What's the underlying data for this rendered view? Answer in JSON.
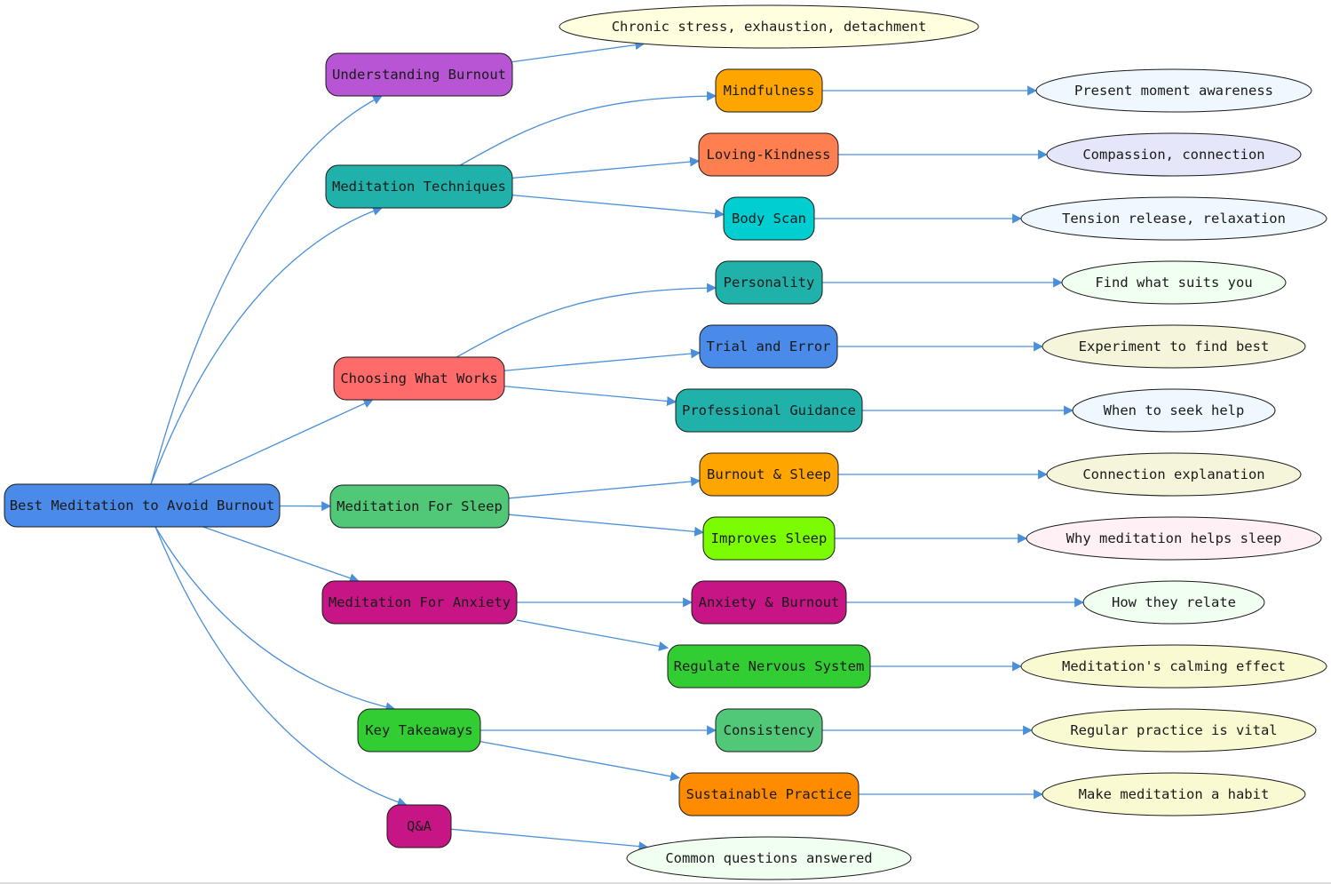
{
  "colors": {
    "edge": "#4a8fd9",
    "stroke": "#1a1a1a"
  },
  "nodes": [
    {
      "id": "root",
      "label": "Best Meditation to Avoid Burnout",
      "shape": "box",
      "fill": "#4a8ae8"
    },
    {
      "id": "understanding",
      "label": "Understanding Burnout",
      "shape": "box",
      "fill": "#b855d4"
    },
    {
      "id": "techniques",
      "label": "Meditation Techniques",
      "shape": "box",
      "fill": "#20b2aa"
    },
    {
      "id": "choosing",
      "label": "Choosing What Works",
      "shape": "box",
      "fill": "#ff6b6b"
    },
    {
      "id": "sleep",
      "label": "Meditation For Sleep",
      "shape": "box",
      "fill": "#50c878"
    },
    {
      "id": "anxiety",
      "label": "Meditation For Anxiety",
      "shape": "box",
      "fill": "#c71585"
    },
    {
      "id": "takeaways",
      "label": "Key Takeaways",
      "shape": "box",
      "fill": "#32cd32"
    },
    {
      "id": "qa",
      "label": "Q&A",
      "shape": "box",
      "fill": "#c71585"
    },
    {
      "id": "mindfulness",
      "label": "Mindfulness",
      "shape": "box",
      "fill": "#ffa500"
    },
    {
      "id": "loving",
      "label": "Loving-Kindness",
      "shape": "box",
      "fill": "#ff7f50"
    },
    {
      "id": "bodyscan",
      "label": "Body Scan",
      "shape": "box",
      "fill": "#00ced1"
    },
    {
      "id": "personality",
      "label": "Personality",
      "shape": "box",
      "fill": "#20b2aa"
    },
    {
      "id": "trial",
      "label": "Trial and Error",
      "shape": "box",
      "fill": "#4a8ae8"
    },
    {
      "id": "professional",
      "label": "Professional Guidance",
      "shape": "box",
      "fill": "#20b2aa"
    },
    {
      "id": "burnsleep",
      "label": "Burnout & Sleep",
      "shape": "box",
      "fill": "#ffa500"
    },
    {
      "id": "improves",
      "label": "Improves Sleep",
      "shape": "box",
      "fill": "#7cfc00"
    },
    {
      "id": "anxburn",
      "label": "Anxiety & Burnout",
      "shape": "box",
      "fill": "#c71585"
    },
    {
      "id": "regulate",
      "label": "Regulate Nervous System",
      "shape": "box",
      "fill": "#32cd32"
    },
    {
      "id": "consistency",
      "label": "Consistency",
      "shape": "box",
      "fill": "#50c878"
    },
    {
      "id": "sustainable",
      "label": "Sustainable Practice",
      "shape": "box",
      "fill": "#ff8c00"
    },
    {
      "id": "e_chronic",
      "label": "Chronic stress, exhaustion, detachment",
      "shape": "ellipse",
      "fill": "#ffffe0"
    },
    {
      "id": "e_present",
      "label": "Present moment awareness",
      "shape": "ellipse",
      "fill": "#f0f8ff"
    },
    {
      "id": "e_compassion",
      "label": "Compassion, connection",
      "shape": "ellipse",
      "fill": "#e6e6fa"
    },
    {
      "id": "e_tension",
      "label": "Tension release, relaxation",
      "shape": "ellipse",
      "fill": "#f0f8ff"
    },
    {
      "id": "e_find",
      "label": "Find what suits you",
      "shape": "ellipse",
      "fill": "#f0fff0"
    },
    {
      "id": "e_experiment",
      "label": "Experiment to find best",
      "shape": "ellipse",
      "fill": "#f5f5dc"
    },
    {
      "id": "e_when",
      "label": "When to seek help",
      "shape": "ellipse",
      "fill": "#f0f8ff"
    },
    {
      "id": "e_connection",
      "label": "Connection explanation",
      "shape": "ellipse",
      "fill": "#f5f5dc"
    },
    {
      "id": "e_why",
      "label": "Why meditation helps sleep",
      "shape": "ellipse",
      "fill": "#fff0f5"
    },
    {
      "id": "e_how",
      "label": "How they relate",
      "shape": "ellipse",
      "fill": "#f0fff0"
    },
    {
      "id": "e_calming",
      "label": "Meditation's calming effect",
      "shape": "ellipse",
      "fill": "#fafad2"
    },
    {
      "id": "e_regular",
      "label": "Regular practice is vital",
      "shape": "ellipse",
      "fill": "#fafad2"
    },
    {
      "id": "e_habit",
      "label": "Make meditation a habit",
      "shape": "ellipse",
      "fill": "#fafad2"
    },
    {
      "id": "e_common",
      "label": "Common questions answered",
      "shape": "ellipse",
      "fill": "#f0fff0"
    }
  ],
  "edges": [
    {
      "from": "root",
      "to": "understanding"
    },
    {
      "from": "root",
      "to": "techniques"
    },
    {
      "from": "root",
      "to": "choosing"
    },
    {
      "from": "root",
      "to": "sleep"
    },
    {
      "from": "root",
      "to": "anxiety"
    },
    {
      "from": "root",
      "to": "takeaways"
    },
    {
      "from": "root",
      "to": "qa"
    },
    {
      "from": "understanding",
      "to": "e_chronic"
    },
    {
      "from": "techniques",
      "to": "mindfulness"
    },
    {
      "from": "techniques",
      "to": "loving"
    },
    {
      "from": "techniques",
      "to": "bodyscan"
    },
    {
      "from": "choosing",
      "to": "personality"
    },
    {
      "from": "choosing",
      "to": "trial"
    },
    {
      "from": "choosing",
      "to": "professional"
    },
    {
      "from": "sleep",
      "to": "burnsleep"
    },
    {
      "from": "sleep",
      "to": "improves"
    },
    {
      "from": "anxiety",
      "to": "anxburn"
    },
    {
      "from": "anxiety",
      "to": "regulate"
    },
    {
      "from": "takeaways",
      "to": "consistency"
    },
    {
      "from": "takeaways",
      "to": "sustainable"
    },
    {
      "from": "qa",
      "to": "e_common"
    },
    {
      "from": "mindfulness",
      "to": "e_present"
    },
    {
      "from": "loving",
      "to": "e_compassion"
    },
    {
      "from": "bodyscan",
      "to": "e_tension"
    },
    {
      "from": "personality",
      "to": "e_find"
    },
    {
      "from": "trial",
      "to": "e_experiment"
    },
    {
      "from": "professional",
      "to": "e_when"
    },
    {
      "from": "burnsleep",
      "to": "e_connection"
    },
    {
      "from": "improves",
      "to": "e_why"
    },
    {
      "from": "anxburn",
      "to": "e_how"
    },
    {
      "from": "regulate",
      "to": "e_calming"
    },
    {
      "from": "consistency",
      "to": "e_regular"
    },
    {
      "from": "sustainable",
      "to": "e_habit"
    }
  ]
}
